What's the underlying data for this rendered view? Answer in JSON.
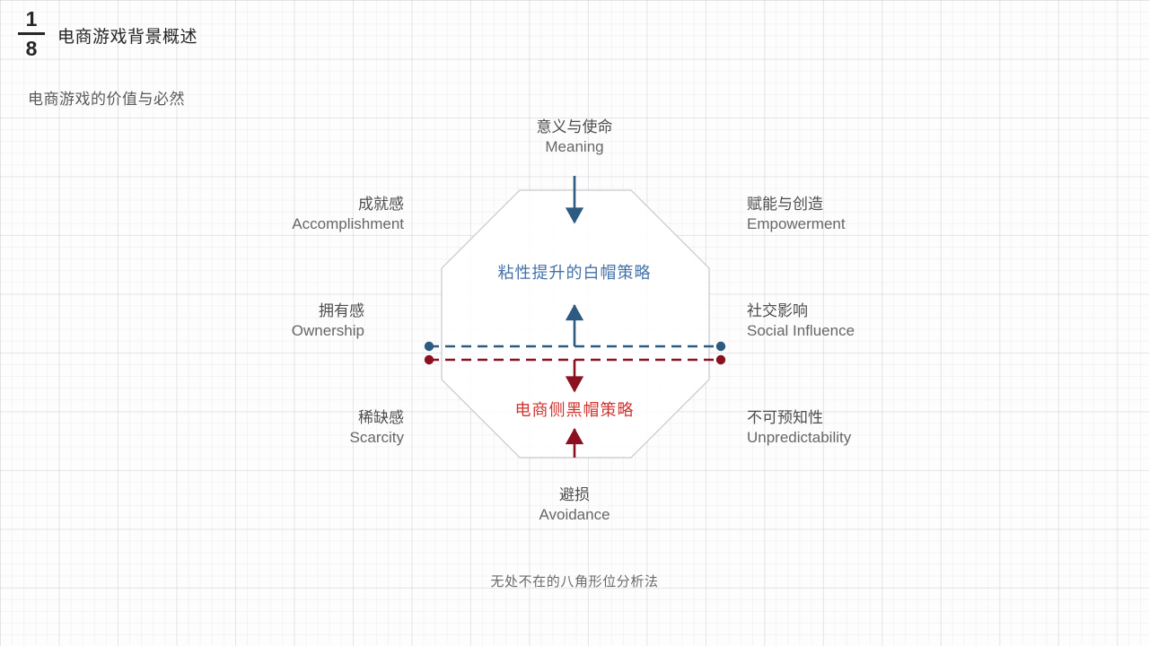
{
  "header": {
    "fraction_numerator": "1",
    "fraction_denominator": "8",
    "title": "电商游戏背景概述",
    "subtitle": "电商游戏的价值与必然"
  },
  "diagram": {
    "caption": "无处不在的八角形位分析法",
    "shape": "octagon",
    "inner_texts": {
      "white_hat": "粘性提升的白帽策略",
      "black_hat": "电商侧黑帽策略"
    },
    "drives": [
      {
        "id": "meaning",
        "cn": "意义与使命",
        "en": "Meaning",
        "position": "top"
      },
      {
        "id": "accomplishment",
        "cn": "成就感",
        "en": "Accomplishment",
        "position": "top-left"
      },
      {
        "id": "empowerment",
        "cn": "赋能与创造",
        "en": "Empowerment",
        "position": "top-right"
      },
      {
        "id": "ownership",
        "cn": "拥有感",
        "en": "Ownership",
        "position": "left"
      },
      {
        "id": "social",
        "cn": "社交影响",
        "en": "Social Influence",
        "position": "right"
      },
      {
        "id": "scarcity",
        "cn": "稀缺感",
        "en": "Scarcity",
        "position": "bottom-left"
      },
      {
        "id": "unpredict",
        "cn": "不可预知性",
        "en": "Unpredictability",
        "position": "bottom-right"
      },
      {
        "id": "avoidance",
        "cn": "避损",
        "en": "Avoidance",
        "position": "bottom"
      }
    ]
  },
  "colors": {
    "white_hat_blue": "#4472a8",
    "black_hat_red": "#d0332e",
    "divider_blue": "#2d5a80",
    "divider_red": "#8b1020",
    "arrow_blue": "#2d5a80",
    "arrow_red": "#8b1020",
    "octagon_stroke": "#c9c9c9",
    "text_dark": "#262626",
    "text_gray": "#595959",
    "background": "#fdfdfd"
  }
}
